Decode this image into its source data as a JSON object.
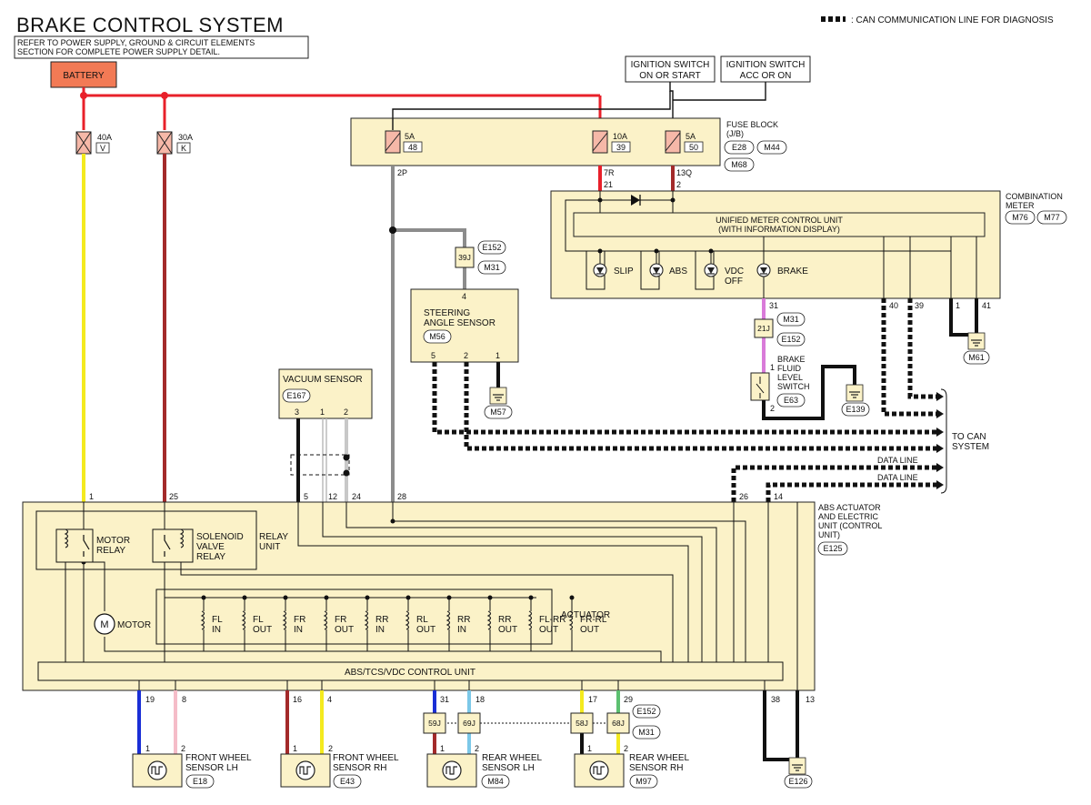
{
  "header": {
    "title": "BRAKE CONTROL SYSTEM",
    "note_line1": "REFER TO POWER SUPPLY, GROUND & CIRCUIT ELEMENTS",
    "note_line2": "SECTION FOR COMPLETE POWER SUPPLY DETAIL.",
    "legend_text": ": CAN COMMUNICATION LINE FOR DIAGNOSIS"
  },
  "power": {
    "battery": "BATTERY",
    "ign1_l1": "IGNITION SWITCH",
    "ign1_l2": "ON OR START",
    "ign2_l1": "IGNITION SWITCH",
    "ign2_l2": "ACC OR ON",
    "fuse40_amp": "40A",
    "fuse40_id": "V",
    "fuse30_amp": "30A",
    "fuse30_id": "K"
  },
  "fuse_block": {
    "label_l1": "FUSE BLOCK",
    "label_l2": "(J/B)",
    "conn1": "E28",
    "conn2": "M44",
    "conn3": "M68",
    "f1_amp": "5A",
    "f1_num": "48",
    "f2_amp": "10A",
    "f2_num": "39",
    "f3_amp": "5A",
    "f3_num": "50",
    "t_2p": "2P",
    "t_7r": "7R",
    "t_13q": "13Q"
  },
  "meter": {
    "label_l1": "COMBINATION",
    "label_l2": "METER",
    "conn1": "M76",
    "conn2": "M77",
    "unit_l1": "UNIFIED METER CONTROL UNIT",
    "unit_l2": "(WITH INFORMATION DISPLAY)",
    "slip": "SLIP",
    "abs": "ABS",
    "vdc_l1": "VDC",
    "vdc_l2": "OFF",
    "brake": "BRAKE",
    "p21": "21",
    "p2": "2",
    "p31": "31",
    "p40": "40",
    "p39": "39",
    "p1": "1",
    "p41": "41",
    "gnd": "M61"
  },
  "brake_fluid": {
    "jc": "21J",
    "conn_a": "M31",
    "conn_b": "E152",
    "l1": "BRAKE",
    "l2": "FLUID",
    "l3": "LEVEL",
    "l4": "SWITCH",
    "conn": "E63",
    "p1": "1",
    "p2": "2",
    "gnd": "E139"
  },
  "steering": {
    "jc": "39J",
    "conn_a": "E152",
    "conn_b": "M31",
    "p4": "4",
    "l1": "STEERING",
    "l2": "ANGLE SENSOR",
    "conn": "M56",
    "p5": "5",
    "p2": "2",
    "p1": "1",
    "gnd": "M57"
  },
  "vacuum": {
    "label": "VACUUM SENSOR",
    "conn": "E167",
    "p3": "3",
    "p1": "1",
    "p2": "2"
  },
  "can": {
    "to_l1": "TO CAN",
    "to_l2": "SYSTEM",
    "data_line_1": "DATA LINE",
    "data_line_2": "DATA LINE"
  },
  "abs_unit": {
    "label_l1": "ABS ACTUATOR",
    "label_l2": "AND ELECTRIC",
    "label_l3": "UNIT (CONTROL",
    "label_l4": "UNIT)",
    "conn": "E125",
    "relay_unit_l1": "RELAY",
    "relay_unit_l2": "UNIT",
    "motor_relay_l1": "MOTOR",
    "motor_relay_l2": "RELAY",
    "sol_l1": "SOLENOID",
    "sol_l2": "VALVE",
    "sol_l3": "RELAY",
    "motor": "MOTOR",
    "actuator": "ACTUATOR",
    "control_unit": "ABS/TCS/VDC CONTROL UNIT",
    "pins_top": [
      "1",
      "25",
      "5",
      "12",
      "24",
      "28",
      "26",
      "14"
    ],
    "pins_bottom": [
      "19",
      "8",
      "16",
      "4",
      "31",
      "18",
      "17",
      "29",
      "38",
      "13"
    ],
    "valves": [
      {
        "a": "FL",
        "b": "IN"
      },
      {
        "a": "FL",
        "b": "OUT"
      },
      {
        "a": "FR",
        "b": "IN"
      },
      {
        "a": "FR",
        "b": "OUT"
      },
      {
        "a": "RR",
        "b": "IN"
      },
      {
        "a": "RL",
        "b": "OUT"
      },
      {
        "a": "RR",
        "b": "IN"
      },
      {
        "a": "RR",
        "b": "OUT"
      },
      {
        "a": "FL-RR",
        "b": "OUT"
      },
      {
        "a": "FR-RL",
        "b": "OUT"
      }
    ],
    "gnd": "E126"
  },
  "wheel_sensors": {
    "jc1": "59J",
    "jc2": "69J",
    "jc3": "58J",
    "jc4": "68J",
    "conn_a": "E152",
    "conn_b": "M31",
    "fl_l1": "FRONT WHEEL",
    "fl_l2": "SENSOR LH",
    "fl_conn": "E18",
    "fr_l1": "FRONT WHEEL",
    "fr_l2": "SENSOR RH",
    "fr_conn": "E43",
    "rl_l1": "REAR WHEEL",
    "rl_l2": "SENSOR LH",
    "rl_conn": "M84",
    "rr_l1": "REAR WHEEL",
    "rr_l2": "SENSOR RH",
    "rr_conn": "M97",
    "p1": "1",
    "p2": "2"
  },
  "colors": {
    "box_fill": "#fbf2c8",
    "battery": "#f27a55",
    "red": "#e8202a",
    "darkred": "#a32a2a",
    "yellow": "#f4ea1e",
    "gray": "#8c8c8c",
    "pink": "#f5bcc8",
    "blue": "#1a2fd6",
    "lightblue": "#7cc8e8",
    "green": "#5cc070",
    "violet": "#d97bd9"
  }
}
